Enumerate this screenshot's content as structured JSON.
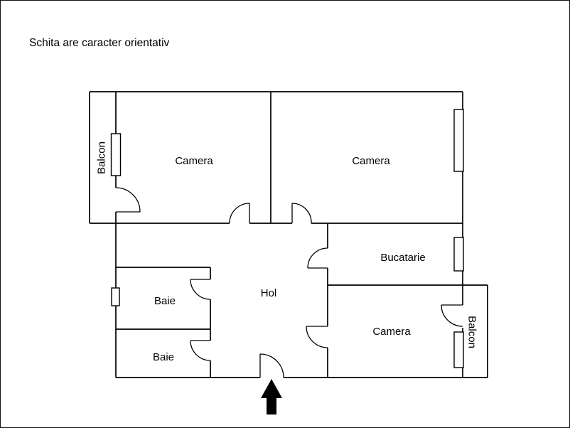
{
  "title": "Schita are caracter orientativ",
  "labels": {
    "camera_top_left": "Camera",
    "camera_top_right": "Camera",
    "bucatarie": "Bucatarie",
    "hol": "Hol",
    "baie_upper": "Baie",
    "baie_lower": "Baie",
    "camera_bottom_right": "Camera",
    "balcon_left": "Balcon",
    "balcon_right": "Balcon"
  },
  "colors": {
    "wall": "#000000",
    "background": "#ffffff",
    "arrow": "#000000"
  }
}
